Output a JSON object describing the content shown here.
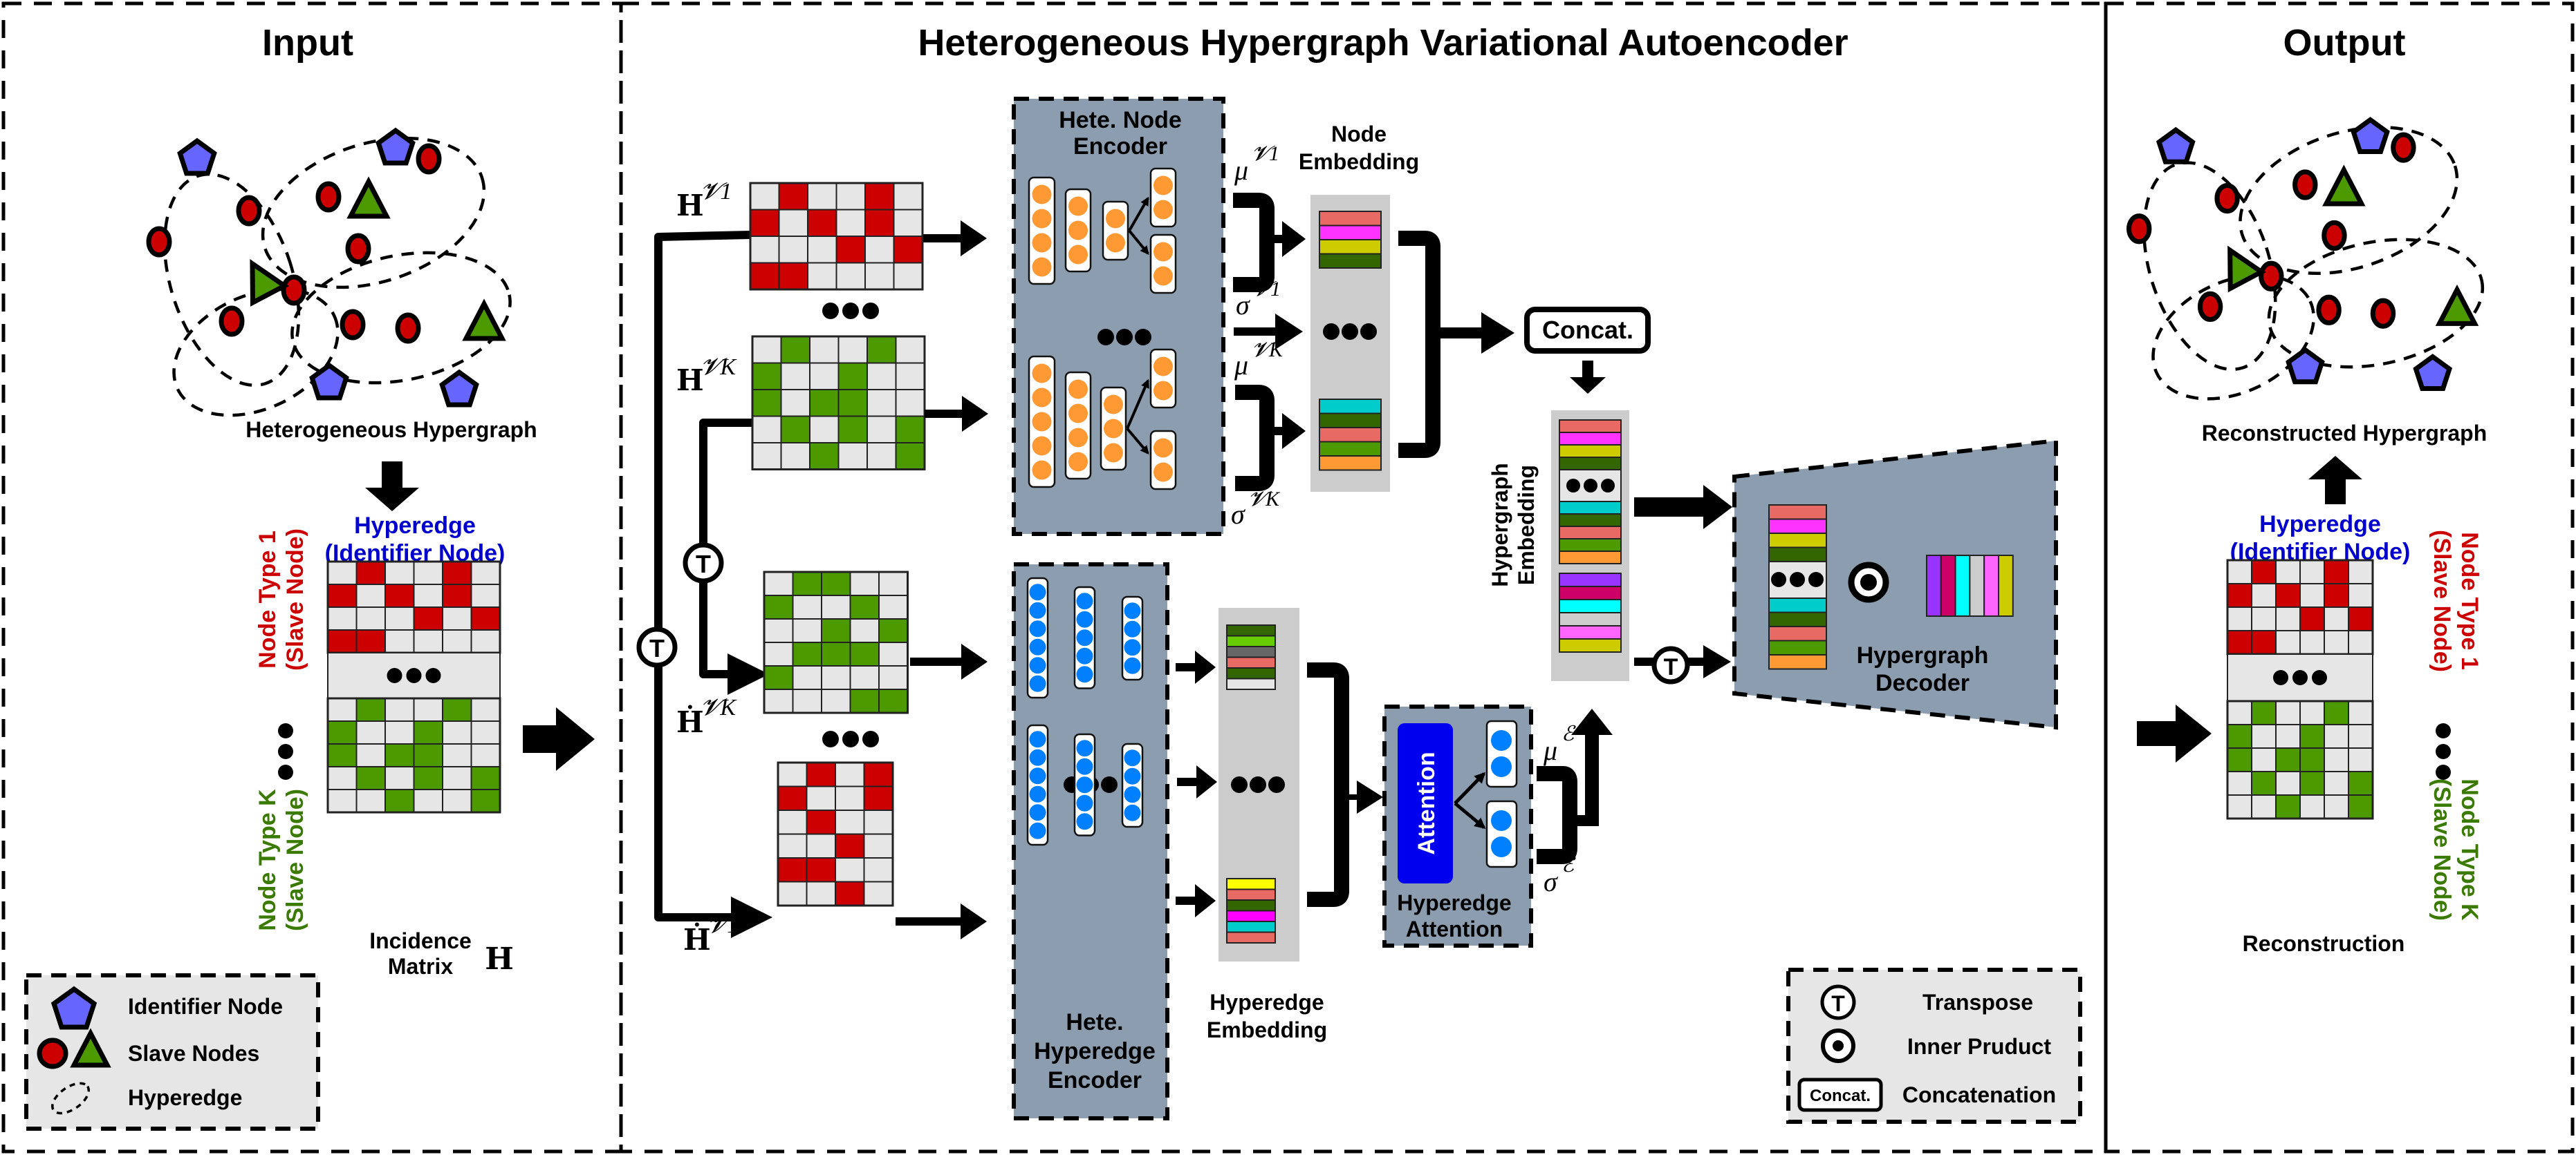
{
  "colors": {
    "red_node": "#cc0000",
    "green_node": "#4d9900",
    "identifier_node": "#6666ff",
    "cell_empty": "#e6e6e6",
    "panel_gray": "#8c9daf",
    "embedding_bg": "#cccccc",
    "orange_neuron": "#ff9933",
    "blue_neuron": "#0080ff",
    "attention_blue": "#0000ee",
    "hyperedge_label_blue": "#0000cc",
    "type1_label_red": "#cc0000",
    "typeK_label_green": "#3a7a00"
  },
  "sections": {
    "input_title": "Input",
    "main_title": "Heterogeneous Hypergraph Variational Autoencoder",
    "output_title": "Output"
  },
  "input": {
    "hypergraph_label": "Heterogeneous Hypergraph",
    "matrix_top_label_line1": "Hyperedge",
    "matrix_top_label_line2": "(Identifier Node)",
    "type1_label_line1": "Node Type 1",
    "type1_label_line2": "(Slave Node)",
    "typeK_label_line1": "Node Type K",
    "typeK_label_line2": "(Slave Node)",
    "matrix_caption_line1": "Incidence",
    "matrix_caption_line2": "Matrix",
    "matrix_symbol": "H",
    "matrix_type1_rows": [
      [
        0,
        1,
        0,
        0,
        1,
        0
      ],
      [
        1,
        0,
        1,
        0,
        1,
        0
      ],
      [
        0,
        0,
        0,
        1,
        0,
        1
      ],
      [
        1,
        1,
        0,
        0,
        0,
        0
      ]
    ],
    "matrix_typeK_rows": [
      [
        0,
        1,
        0,
        0,
        1,
        0
      ],
      [
        1,
        0,
        0,
        1,
        0,
        0
      ],
      [
        1,
        0,
        1,
        1,
        0,
        0
      ],
      [
        0,
        1,
        0,
        1,
        0,
        1
      ],
      [
        0,
        0,
        1,
        0,
        0,
        1
      ]
    ]
  },
  "legend_left": {
    "items": [
      {
        "icon": "pentagon-icon",
        "label": "Identifier Node"
      },
      {
        "icon": "circle-triangle-icon",
        "label": "Slave Nodes"
      },
      {
        "icon": "dashed-ellipse-icon",
        "label": "Hyperedge"
      }
    ]
  },
  "encoder": {
    "H_v1_label": "H",
    "H_v1_sup": "𝓥₁",
    "H_vK_label": "H",
    "H_vK_sup": "𝓥K",
    "Ht_vK_label": "Ḣ",
    "Ht_v1_label": "Ḣ",
    "H_v1_rows": [
      [
        0,
        1,
        0,
        0,
        1,
        0
      ],
      [
        1,
        0,
        1,
        0,
        1,
        0
      ],
      [
        0,
        0,
        0,
        1,
        0,
        1
      ],
      [
        1,
        1,
        0,
        0,
        0,
        0
      ]
    ],
    "H_vK_rows": [
      [
        0,
        1,
        0,
        0,
        1,
        0
      ],
      [
        1,
        0,
        0,
        1,
        0,
        0
      ],
      [
        1,
        0,
        1,
        1,
        0,
        0
      ],
      [
        0,
        1,
        0,
        1,
        0,
        1
      ],
      [
        0,
        0,
        1,
        0,
        0,
        1
      ]
    ],
    "Ht_vK_rows": [
      [
        0,
        1,
        1,
        0,
        0
      ],
      [
        1,
        0,
        0,
        1,
        0
      ],
      [
        0,
        0,
        1,
        0,
        1
      ],
      [
        0,
        1,
        1,
        1,
        0
      ],
      [
        1,
        0,
        0,
        0,
        0
      ],
      [
        0,
        0,
        0,
        1,
        1
      ]
    ],
    "Ht_v1_rows": [
      [
        0,
        1,
        0,
        1
      ],
      [
        1,
        0,
        0,
        1
      ],
      [
        0,
        1,
        0,
        0
      ],
      [
        0,
        0,
        1,
        0
      ],
      [
        1,
        1,
        0,
        0
      ],
      [
        0,
        0,
        1,
        0
      ]
    ],
    "transpose_symbol": "T",
    "node_encoder_title_line1": "Hete. Node",
    "node_encoder_title_line2": "Encoder",
    "hyperedge_encoder_title_line1": "Hete.",
    "hyperedge_encoder_title_line2": "Hyperedge",
    "hyperedge_encoder_title_line3": "Encoder",
    "mu_v1": "μ",
    "sigma_v1": "σ",
    "mu_vK": "μ",
    "sigma_vK": "σ",
    "sup_v1": "𝓥1",
    "sup_vK": "𝓥K",
    "node_embedding_label_line1": "Node",
    "node_embedding_label_line2": "Embedding",
    "node_embedding_top": [
      "#e86a64",
      "#ff33ff",
      "#cccc00",
      "#336600"
    ],
    "node_embedding_bottom": [
      "#00cccc",
      "#336600",
      "#e86a64",
      "#4d9900",
      "#ff9933"
    ],
    "hyperedge_embedding_label_line1": "Hyperedge",
    "hyperedge_embedding_label_line2": "Embedding",
    "hyperedge_embedding_top": [
      "#336600",
      "#66cc00",
      "#666666",
      "#e86a64",
      "#336600",
      "#e6e6e6"
    ],
    "hyperedge_embedding_bottom": [
      "#ffff00",
      "#e86a64",
      "#336600",
      "#ff00ff",
      "#00cccc",
      "#e86a64"
    ],
    "attention_label": "Attention",
    "attention_caption_line1": "Hyperedge",
    "attention_caption_line2": "Attention",
    "mu_e": "μ",
    "sigma_e": "σ",
    "sup_e": "ℰ",
    "concat_label": "Concat.",
    "hypergraph_embedding_label_line1": "Hypergraph",
    "hypergraph_embedding_label_line2": "Embedding",
    "hypergraph_embedding_top": [
      "#e86a64",
      "#ff33ff",
      "#cccc00",
      "#336600"
    ],
    "hypergraph_embedding_mid": [
      "#00cccc",
      "#336600",
      "#e86a64",
      "#4d9900",
      "#ff9933"
    ],
    "hypergraph_embedding_bottom": [
      "#9933ff",
      "#cc0066",
      "#00ffff",
      "#cccccc",
      "#ff66ff",
      "#cccc00"
    ],
    "decoder_label_line1": "Hypergraph",
    "decoder_label_line2": "Decoder"
  },
  "output": {
    "hypergraph_label": "Reconstructed Hypergraph",
    "matrix_top_label_line1": "Hyperedge",
    "matrix_top_label_line2": "(Identifier Node)",
    "type1_label_line1": "Node Type 1",
    "type1_label_line2": "(Slave Node)",
    "typeK_label_line1": "Node Type K",
    "typeK_label_line2": "(Slave Node)",
    "matrix_caption": "Reconstruction"
  },
  "legend_right": {
    "items": [
      {
        "icon": "transpose-icon",
        "symbol": "T",
        "label": "Transpose"
      },
      {
        "icon": "inner-product-icon",
        "label": "Inner Pruduct"
      },
      {
        "icon": "concat-icon",
        "symbol": "Concat.",
        "label": "Concatenation"
      }
    ]
  }
}
